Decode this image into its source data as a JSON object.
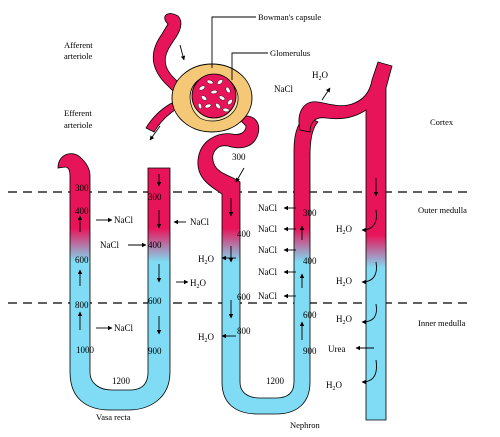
{
  "labels": {
    "bowmans_capsule": "Bowman's  capsule",
    "glomerulus": "Glomerulus",
    "afferent_1": "Afferent",
    "afferent_2": "arteriole",
    "efferent_1": "Efferent",
    "efferent_2": "arteriole",
    "cortex": "Cortex",
    "outer_medulla": "Outer medulla",
    "inner_medulla": "Inner medulla",
    "vasa_recta": "Vasa recta",
    "nephron": "Nephron"
  },
  "molecules": {
    "nacl": "NaCl",
    "h2o_main": "H",
    "h2o_sub": "2",
    "h2o_tail": "O",
    "urea": "Urea"
  },
  "vasa_recta_values": {
    "desc_300": "300",
    "desc_400": "400",
    "desc_600": "600",
    "desc_800": "800",
    "desc_1000": "1000",
    "bottom_1200": "1200",
    "asc_300": "300",
    "asc_400": "400",
    "asc_600": "600",
    "asc_900": "900"
  },
  "nephron_values": {
    "pct_300": "300",
    "desc_400": "400",
    "desc_600": "600",
    "desc_800": "800",
    "bottom_1200": "1200",
    "asc_300": "300",
    "asc_400": "400",
    "asc_600": "600",
    "asc_900": "900"
  },
  "colors": {
    "cortex_red": "#e8145a",
    "medulla_cyan": "#7fdcf4",
    "capsule_gold": "#f5c878",
    "capsule_inner": "#f8e5b8"
  }
}
